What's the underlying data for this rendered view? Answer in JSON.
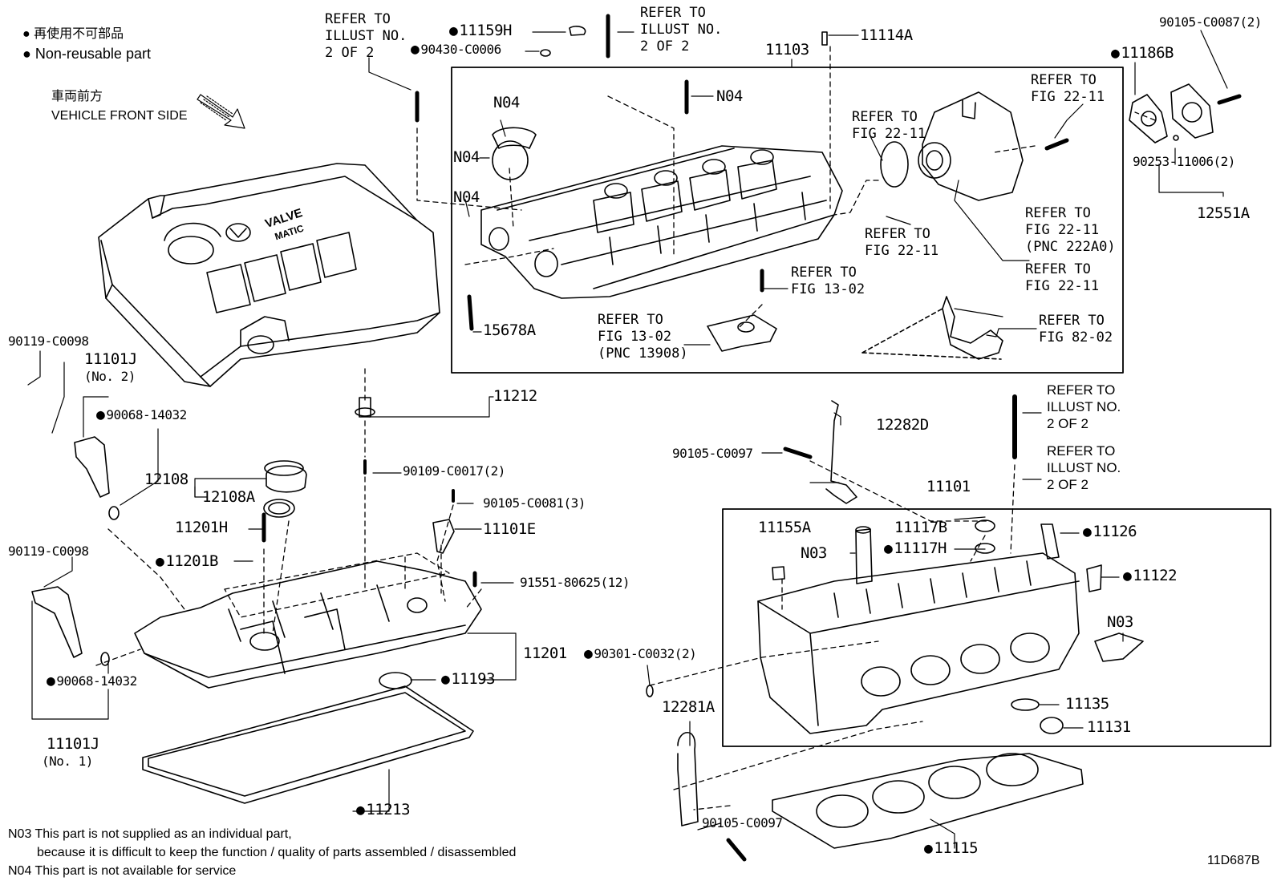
{
  "legend": {
    "jp": "再使用不可部品",
    "en": "Non-reusable part"
  },
  "front_side": {
    "jp": "車両前方",
    "en": "VEHICLE FRONT SIDE"
  },
  "cover_logo": {
    "line1": "VALVE",
    "line2": "MATIC"
  },
  "notes": {
    "n03_line1": "N03 This part is not supplied as an individual part,",
    "n03_line2": "because it is difficult to keep the function / quality of parts assembled / disassembled",
    "n04": "N04 This part is not available for service"
  },
  "diagram_id": "11D687B",
  "refs": {
    "r_top_left": "REFER TO\nILLUST NO.\n2 OF 2",
    "r_top_mid": "REFER TO\nILLUST NO.\n2 OF 2",
    "r_fig2211_a": "REFER TO\nFIG 22-11",
    "r_fig2211_b": "REFER TO\nFIG 22-11",
    "r_fig2211_c": "REFER TO\nFIG 22-11",
    "r_fig2211_d": "REFER TO\nFIG 22-11\n(PNC 222A0)",
    "r_fig2211_e": "REFER TO\nFIG 22-11",
    "r_fig1302_a": "REFER TO\nFIG 13-02",
    "r_fig1302_b": "REFER TO\nFIG 13-02\n(PNC 13908)",
    "r_fig8202": "REFER TO\nFIG 82-02",
    "r_right_1": "REFER TO\nILLUST NO.\n2 OF 2",
    "r_right_2": "REFER TO\nILLUST NO.\n2 OF 2"
  },
  "parts": {
    "p11159H": "11159H",
    "p90430": "90430-C0006",
    "p11114A": "11114A",
    "p11103": "11103",
    "p90105_0087": "90105-C0087(2)",
    "p11186B": "11186B",
    "p90253": "90253-11006(2)",
    "p12551A": "12551A",
    "n04_a": "N04",
    "n04_b": "N04",
    "n04_c": "N04",
    "n04_d": "N04",
    "p15678A": "15678A",
    "p90119_a": "90119-C0098",
    "p11101J_2": "11101J",
    "no2": "(No. 2)",
    "p90068_a": "90068-14032",
    "p11212": "11212",
    "p90109": "90109-C0017(2)",
    "p12108": "12108",
    "p12108A": "12108A",
    "p90105_0081": "90105-C0081(3)",
    "p11201H": "11201H",
    "p11101E": "11101E",
    "p11201B": "11201B",
    "p91551": "91551-80625(12)",
    "p90119_b": "90119-C0098",
    "p11201": "11201",
    "p11193": "11193",
    "p90068_b": "90068-14032",
    "p11101J_1": "11101J",
    "no1": "(No. 1)",
    "p11213": "11213",
    "p12282D": "12282D",
    "p90105_0097_a": "90105-C0097",
    "p11101": "11101",
    "p11155A": "11155A",
    "p11117B": "11117B",
    "n03_a": "N03",
    "p11117H": "11117H",
    "p11126": "11126",
    "p11122": "11122",
    "n03_b": "N03",
    "p90301": "90301-C0032(2)",
    "p12281A": "12281A",
    "p11135": "11135",
    "p11131": "11131",
    "p90105_0097_b": "90105-C0097",
    "p11115": "11115"
  }
}
